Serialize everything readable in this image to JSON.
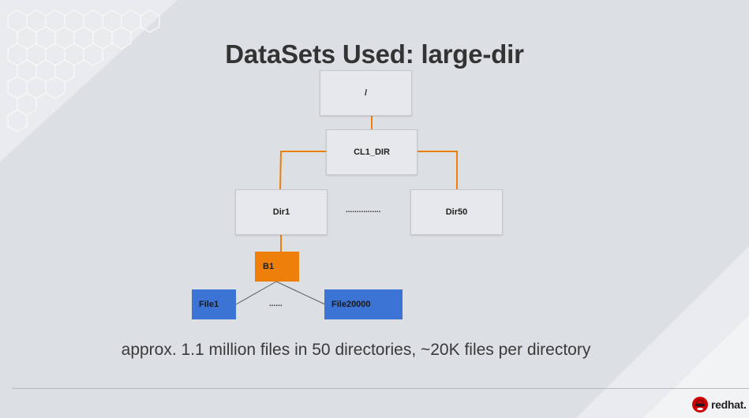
{
  "slide": {
    "title": "DataSets Used: large-dir",
    "caption": "approx. 1.1 million files in 50 directories, ~20K files per directory"
  },
  "tree": {
    "root": "/",
    "level1": "CL1_DIR",
    "dir_first": "Dir1",
    "dir_ellipsis": "................",
    "dir_last": "Dir50",
    "bucket": "B1",
    "file_first": "File1",
    "file_ellipsis": "......",
    "file_last": "File20000"
  },
  "footer": {
    "brand": "redhat."
  },
  "colors": {
    "background": "#dcdfe3",
    "connector_orange": "#ee7f0b",
    "bucket_orange": "#ee7f0b",
    "file_blue": "#3b74d4",
    "node_gray": "#e6e8eb",
    "logo_red": "#cc0000"
  },
  "icons": {
    "logo": "redhat-shadowman-icon"
  }
}
